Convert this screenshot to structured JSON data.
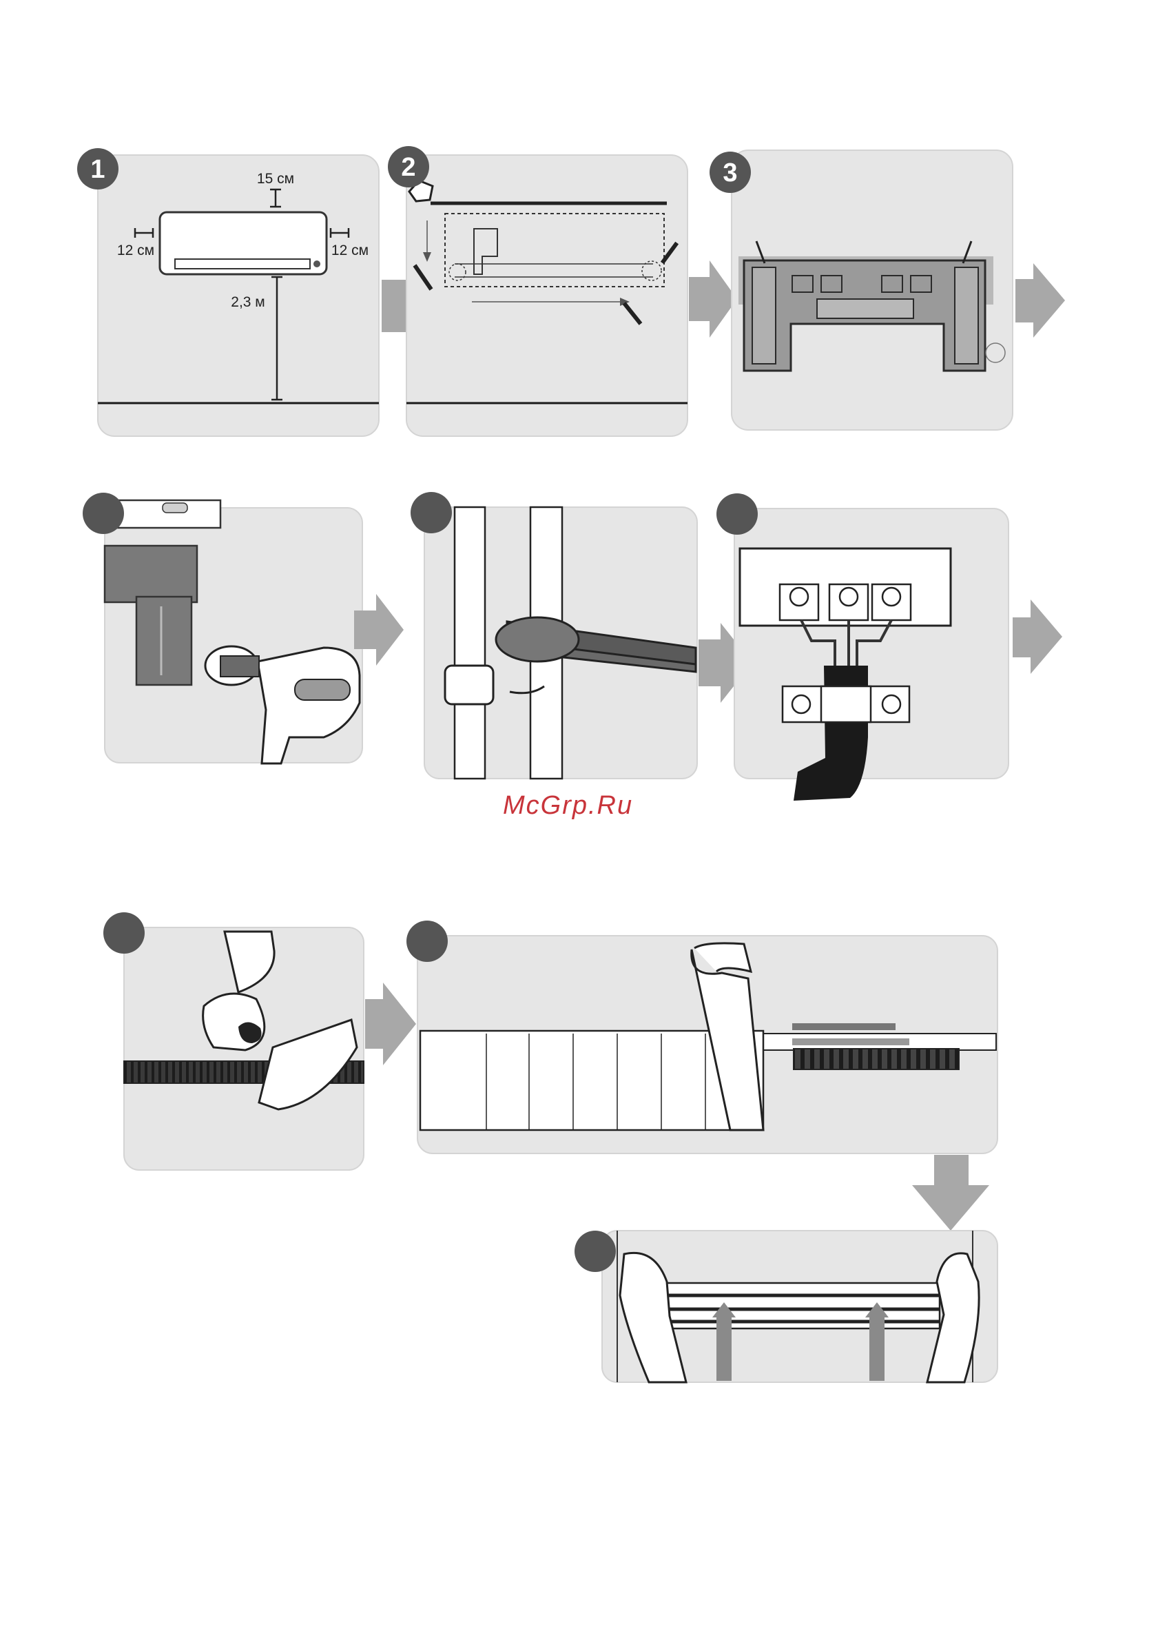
{
  "watermark": "McGrp.Ru",
  "steps": [
    {
      "id": "step-1",
      "number": "1"
    },
    {
      "id": "step-2",
      "number": "2"
    },
    {
      "id": "step-3",
      "number": "3"
    },
    {
      "id": "step-4",
      "number": ""
    },
    {
      "id": "step-5",
      "number": ""
    },
    {
      "id": "step-6",
      "number": ""
    },
    {
      "id": "step-7",
      "number": ""
    },
    {
      "id": "step-8",
      "number": ""
    },
    {
      "id": "step-9",
      "number": ""
    }
  ],
  "step1": {
    "top_clearance": "15 см",
    "left_clearance": "12 см",
    "right_clearance": "12 см",
    "floor_height": "2,3 м"
  },
  "footer": {
    "left": "",
    "center": ""
  },
  "colors": {
    "panel_fill": "#e6e6e6",
    "panel_border": "#d2d2d2",
    "arrow": "#a8a8a8",
    "badge": "#555555",
    "line": "#1a1a1a",
    "watermark": "#c8343a"
  }
}
